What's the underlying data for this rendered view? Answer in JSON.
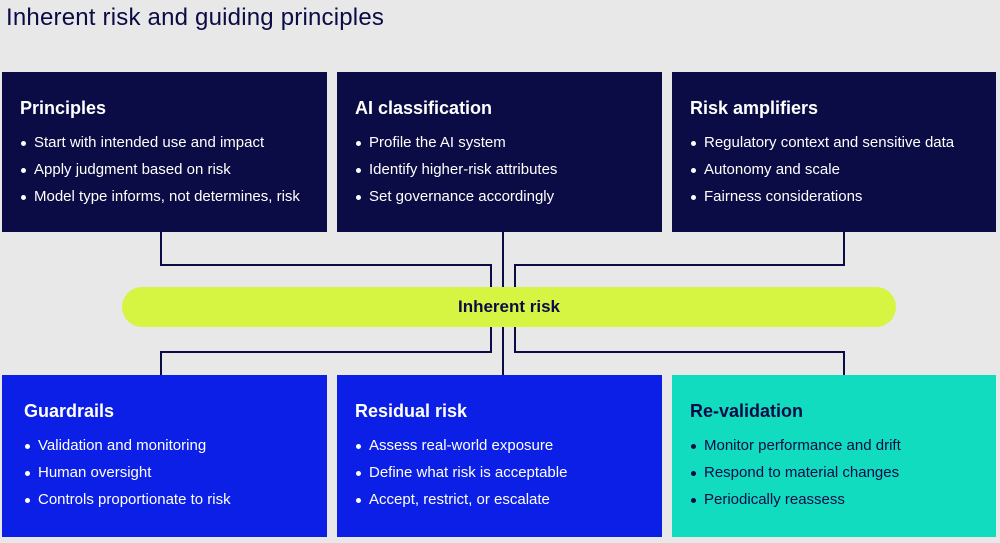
{
  "title": "Inherent risk and guiding principles",
  "center": {
    "label": "Inherent risk"
  },
  "top_cards": [
    {
      "title": "Principles",
      "items": [
        "Start with intended use and impact",
        "Apply judgment based on risk",
        "Model type informs, not determines, risk"
      ]
    },
    {
      "title": "AI classification",
      "items": [
        "Profile the AI system",
        "Identify higher-risk attributes",
        "Set governance accordingly"
      ]
    },
    {
      "title": "Risk amplifiers",
      "items": [
        "Regulatory context and sensitive data",
        "Autonomy and scale",
        "Fairness considerations"
      ]
    }
  ],
  "bottom_cards": [
    {
      "title": "Guardrails",
      "items": [
        "Validation and monitoring",
        "Human oversight",
        "Controls proportionate to risk"
      ]
    },
    {
      "title": "Residual risk",
      "items": [
        "Assess real-world exposure",
        "Define what risk is acceptable",
        "Accept, restrict, or escalate"
      ]
    },
    {
      "title": "Re-validation",
      "items": [
        "Monitor performance and drift",
        "Respond to material changes",
        "Periodically reassess"
      ]
    }
  ],
  "colors": {
    "navy": "#0b0b45",
    "blue": "#0b1fe6",
    "teal": "#11dcc0",
    "lime": "#d5f542",
    "background": "#e8e8e8"
  }
}
